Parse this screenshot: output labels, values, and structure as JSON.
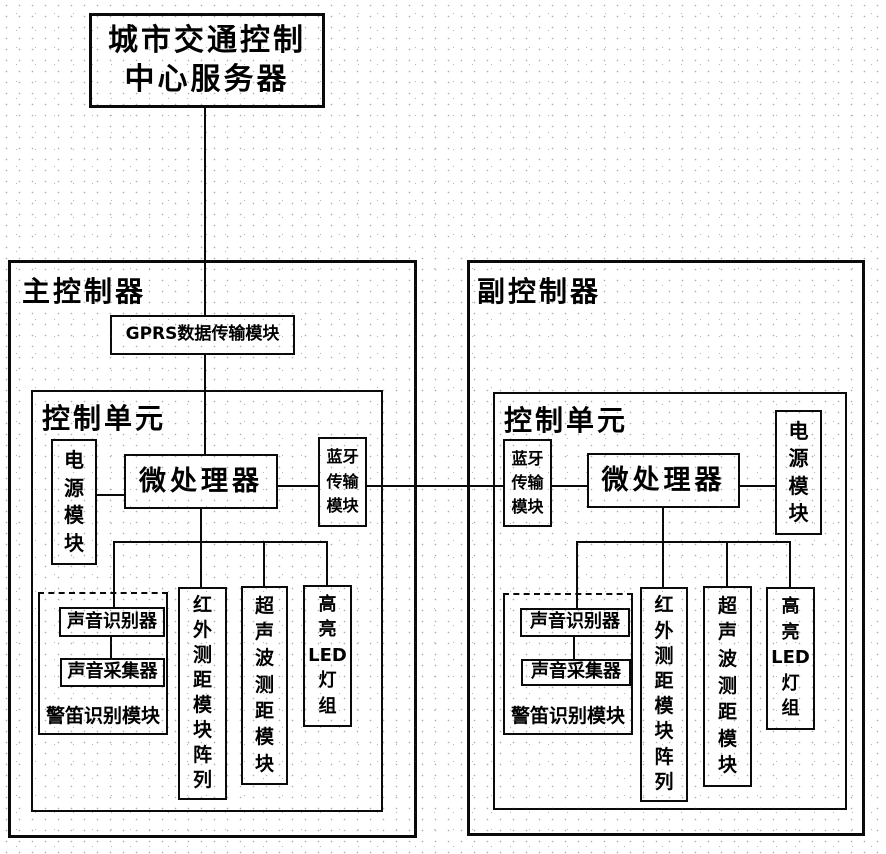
{
  "diagram": {
    "server": {
      "label": "城市交通控制|中心服务器"
    },
    "main": {
      "title": "主控制器",
      "gprs_label": "GPRS数据传输模块",
      "control_unit_title": "控制单元",
      "power_label": "电|源|模|块",
      "micro_label": "微处理器",
      "bluetooth_label": "蓝牙|传输|模块",
      "sound_recognizer_label": "声音识别器",
      "sound_collector_label": "声音采集器",
      "siren_group_label": "警笛识别模块",
      "infrared_label": "红|外|测|距|模|块|阵|列",
      "ultrasonic_label": "超|声|波|测|距|模|块",
      "led_label": "高|亮|LED|灯|组"
    },
    "secondary": {
      "title": "副控制器",
      "control_unit_title": "控制单元",
      "power_label": "电|源|模|块",
      "micro_label": "微处理器",
      "bluetooth_label": "蓝牙|传输|模块",
      "sound_recognizer_label": "声音识别器",
      "sound_collector_label": "声音采集器",
      "siren_group_label": "警笛识别模块",
      "infrared_label": "红|外|测|距|模|块|阵|列",
      "ultrasonic_label": "超|声|波|测|距|模|块",
      "led_label": "高|亮|LED|灯|组"
    },
    "colors": {
      "ink": "#0a0a0a",
      "paper": "#ffffff"
    }
  }
}
